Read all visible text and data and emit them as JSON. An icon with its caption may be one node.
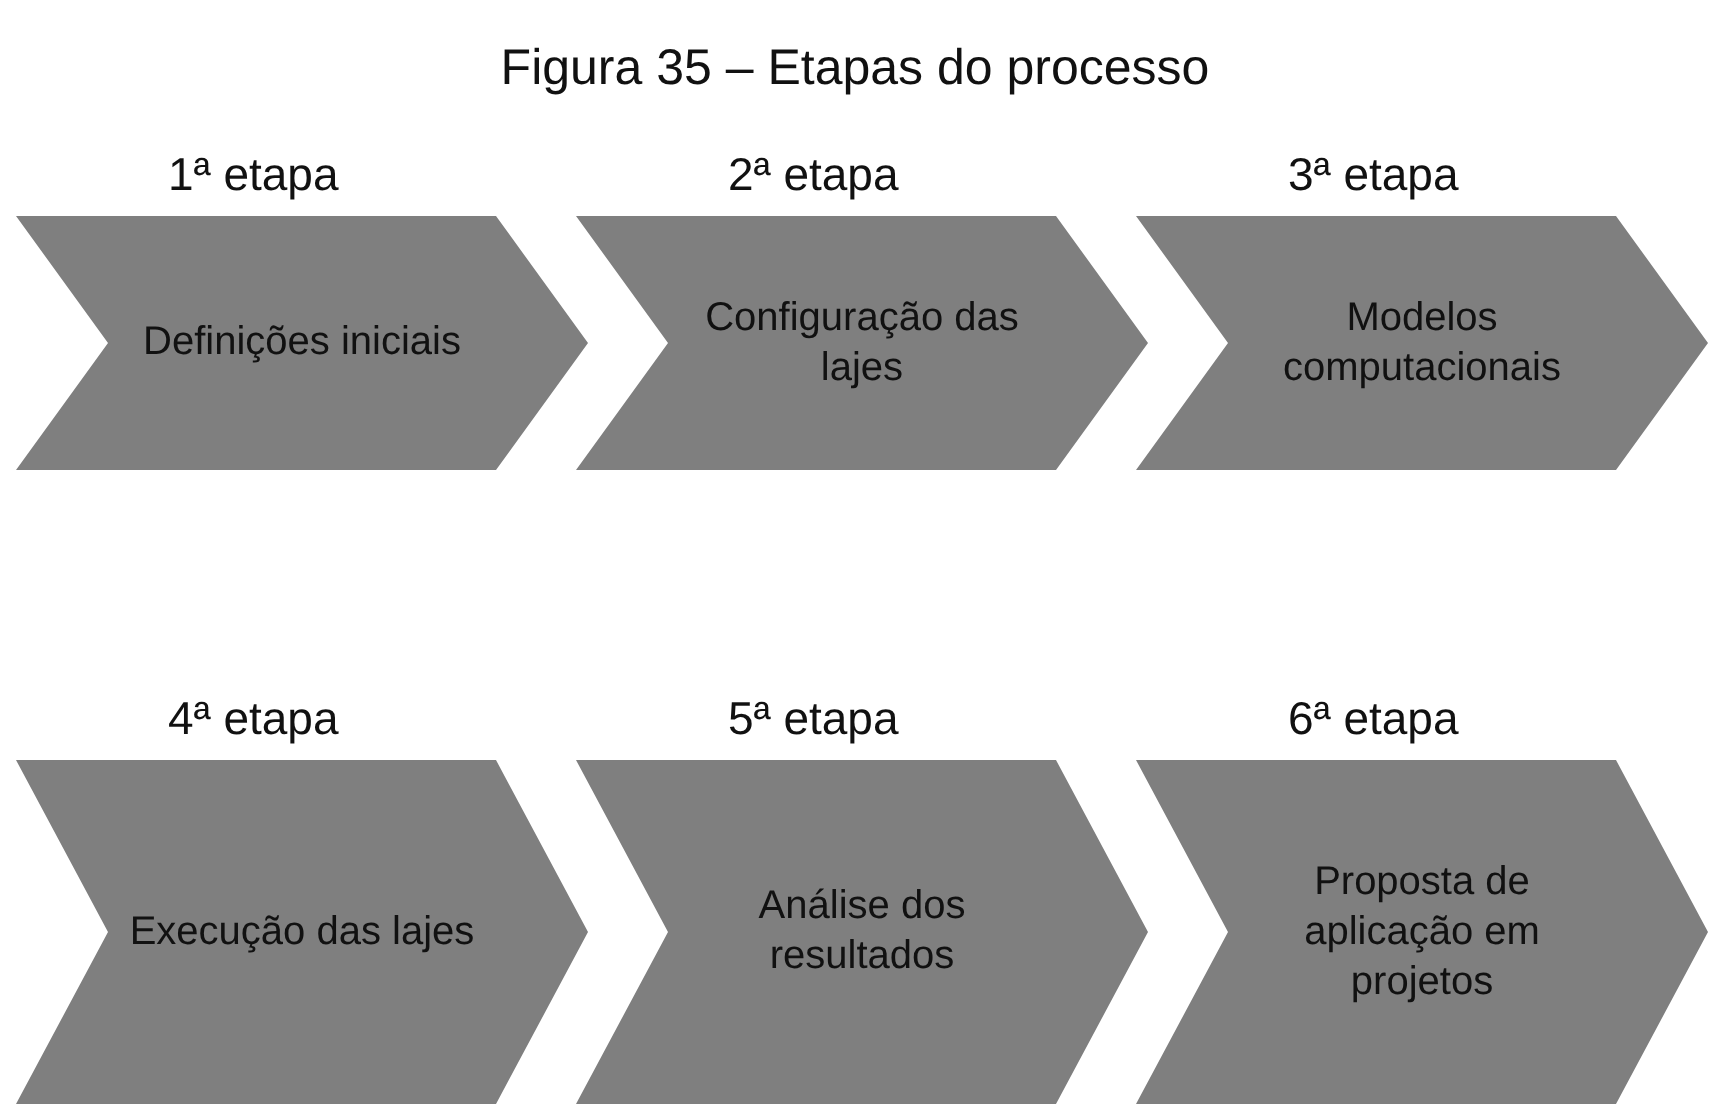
{
  "diagram": {
    "title": "Figura 35 – Etapas do processo",
    "nodes": [
      {
        "text": [
          "1ª etapa",
          "Definições iniciais"
        ]
      },
      {
        "text": [
          "2ª etapa",
          "Configuração das lajes"
        ]
      },
      {
        "text": [
          "3ª etapa",
          "Modelos computacionais"
        ]
      },
      {
        "text": [
          "4ª etapa",
          "Execução das lajes"
        ]
      },
      {
        "text": [
          "5ª etapa",
          "Análise dos resultados"
        ]
      },
      {
        "text": [
          "6ª etapa",
          "Proposta de aplicação em projetos"
        ]
      }
    ],
    "edges": []
  }
}
